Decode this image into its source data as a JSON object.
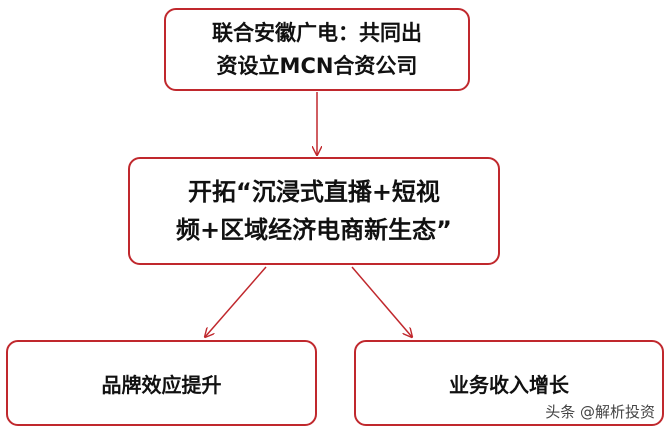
{
  "nodes": {
    "top": {
      "lines": [
        "联合安徽广电：共同出",
        "资设立MCN合资公司"
      ]
    },
    "middle": {
      "lines": [
        "开拓“沉浸式直播+短视",
        "频+区域经济电商新生态”"
      ]
    },
    "left": {
      "label": "品牌效应提升"
    },
    "right": {
      "label": "业务收入增长"
    }
  },
  "edges": [
    {
      "from": "top",
      "to": "middle"
    },
    {
      "from": "middle",
      "to": "left"
    },
    {
      "from": "middle",
      "to": "right"
    }
  ],
  "colors": {
    "border": "#c0282d",
    "arrow": "#c0282d",
    "text": "#111111"
  },
  "watermark": "头条 @解析投资"
}
